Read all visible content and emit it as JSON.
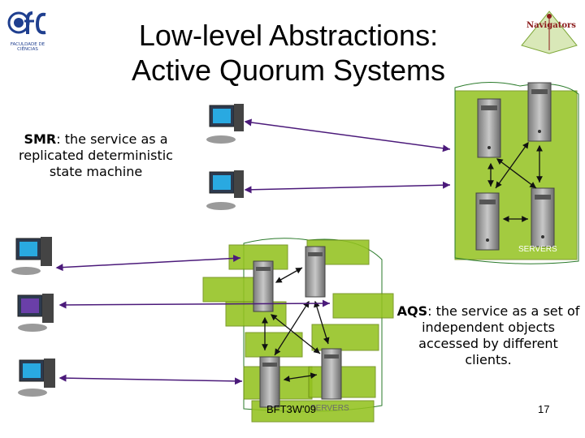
{
  "slide": {
    "title_line1": "Low-level Abstractions:",
    "title_line2": "Active Quorum Systems",
    "smr_label": "SMR",
    "smr_text": ": the service as a replicated deterministic state machine",
    "aqs_label": "AQS",
    "aqs_text": ": the service as a set of independent objects accessed by different clients.",
    "servers_label": "SERVERS",
    "footer": "BFT3W'09",
    "servers_footer": "SERVERS",
    "page_number": "17"
  },
  "logos": {
    "left_text": "FACULDADE DE CIÊNCIAS",
    "right_text": "Navigators"
  },
  "colors": {
    "accent_green": "#93c21f",
    "arrow_purple": "#4b1a7a",
    "logo_blue": "#1f3f8f"
  }
}
